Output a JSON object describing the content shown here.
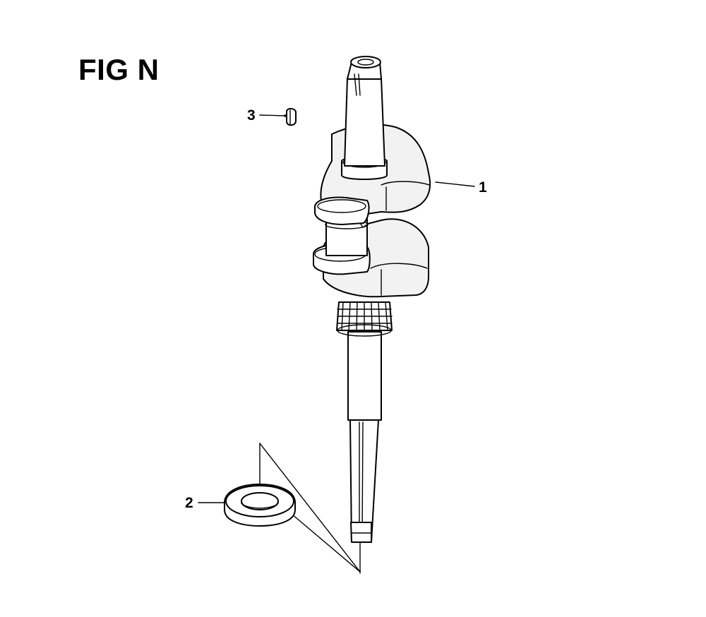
{
  "figure": {
    "title": "FIG N",
    "callouts": [
      {
        "id": "callout-1",
        "label": "1"
      },
      {
        "id": "callout-2",
        "label": "2"
      },
      {
        "id": "callout-3",
        "label": "3"
      }
    ]
  }
}
